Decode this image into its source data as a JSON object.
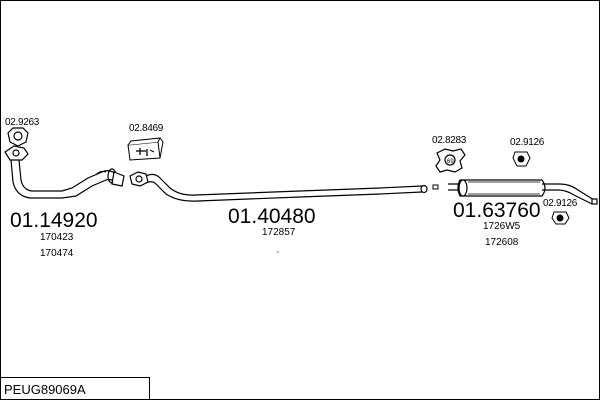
{
  "parts": [
    {
      "id": "part-01-14920",
      "number": "01.14920",
      "refs": [
        "170423",
        "170474"
      ]
    },
    {
      "id": "part-01-40480",
      "number": "01.40480",
      "refs": [
        "172857"
      ]
    },
    {
      "id": "part-01-63760",
      "number": "01.63760",
      "refs": [
        "1726W5",
        "172608"
      ]
    }
  ],
  "accessories": {
    "gasket_front": "02.9263",
    "mounting_kit": "02.8469",
    "clamp": "02.8283",
    "rubber_mount_top": "02.9126",
    "rubber_mount_bottom": "02.9126"
  },
  "footer": {
    "code": "PEUG89069A"
  },
  "colors": {
    "line": "#000000",
    "background": "#ffffff"
  }
}
